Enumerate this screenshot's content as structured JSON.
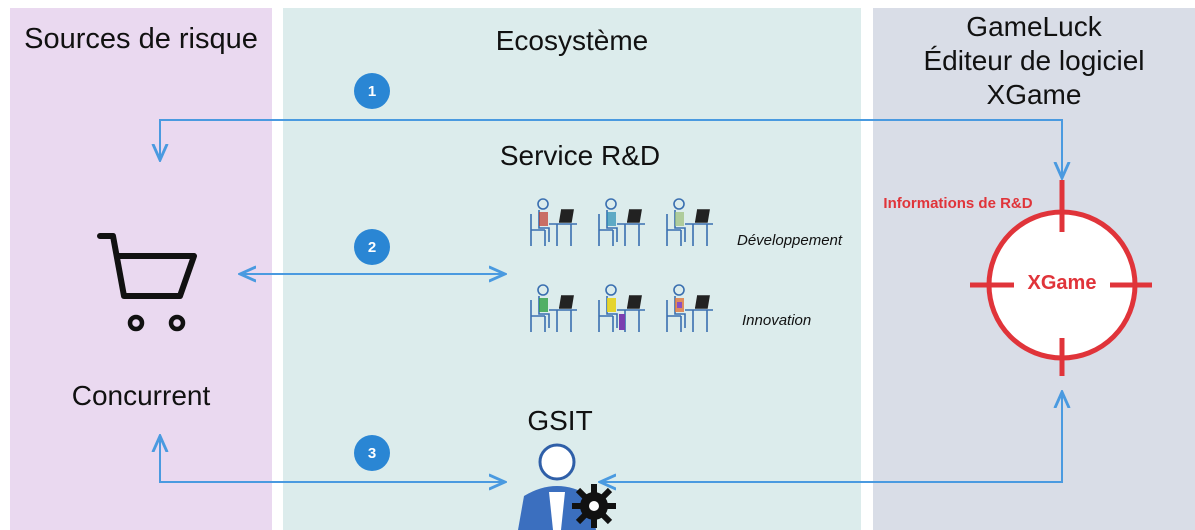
{
  "columns": {
    "left_title": "Sources de risque",
    "middle_title": "Ecosystème",
    "right_title_line1": "GameLuck",
    "right_title_line2": "Éditeur de logiciel",
    "right_title_line3": "XGame"
  },
  "nodes": {
    "service": "Service R&D",
    "dev_label": "Développement",
    "innov_label": "Innovation",
    "competitor": "Concurrent",
    "gsit": "GSIT",
    "info": "Informations de R&D",
    "target": "XGame"
  },
  "steps": [
    "1",
    "2",
    "3"
  ],
  "colors": {
    "arrow": "#4a9ae0",
    "badge": "#2a86d4",
    "target": "#e0343a",
    "left_bg": "#ead9f0",
    "middle_bg": "#dcecec",
    "right_bg": "#d9dde7"
  },
  "icons": [
    "shopping-cart-icon",
    "target-crosshair-icon",
    "admin-user-gear-icon",
    "desk-worker-icon"
  ]
}
